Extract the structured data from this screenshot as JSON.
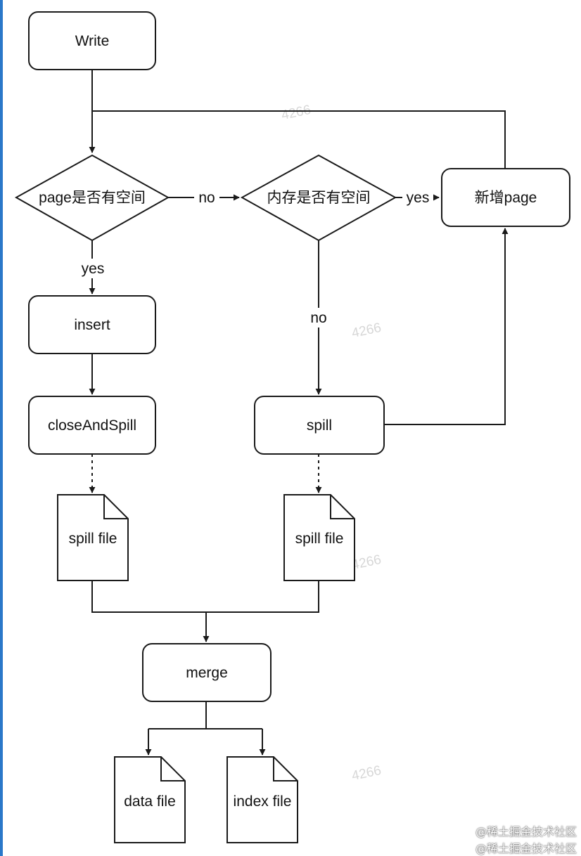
{
  "colors": {
    "stroke": "#1a1a1a",
    "fill": "#ffffff",
    "edge_accent": "#2a78c9",
    "watermark": "#d7d7d7"
  },
  "nodes": {
    "write": "Write",
    "page_has_space": "page是否有空间",
    "memory_has_space": "内存是否有空间",
    "add_page": "新增page",
    "insert": "insert",
    "close_and_spill": "closeAndSpill",
    "spill": "spill",
    "spill_file_left": "spill file",
    "spill_file_right": "spill file",
    "merge": "merge",
    "data_file": "data file",
    "index_file": "index file"
  },
  "edges": {
    "no_1": "no",
    "yes_1": "yes",
    "yes_2": "yes",
    "no_2": "no"
  },
  "watermark_text": "4266",
  "credit": {
    "line1": "@稀土掘金技术社区",
    "line2": "@稀土掘金技术社区"
  }
}
